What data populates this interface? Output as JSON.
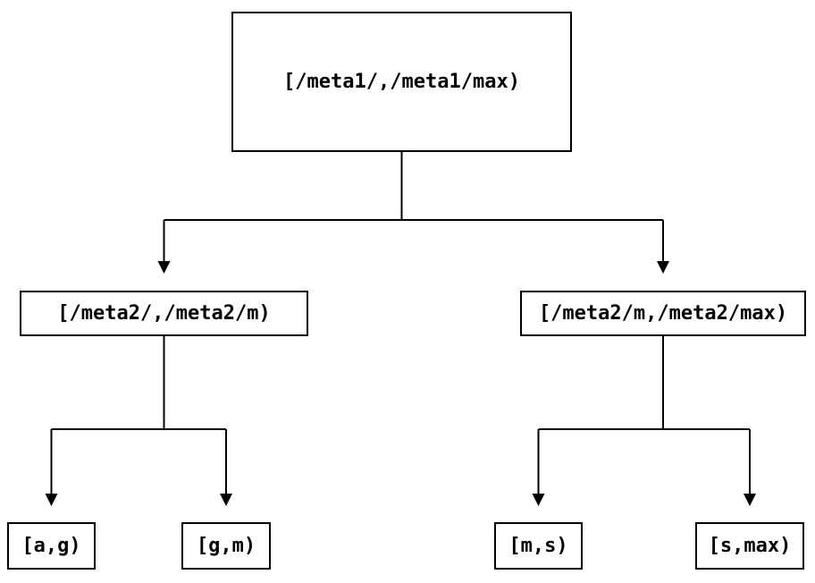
{
  "colors": {
    "line": "#000000",
    "text": "#000000",
    "background": "#ffffff"
  },
  "diagram": {
    "type": "binary-tree",
    "root": {
      "label": "[/meta1/,/meta1/max)"
    },
    "children": [
      {
        "label": "[/meta2/,/meta2/m)",
        "children": [
          {
            "label": "[a,g)"
          },
          {
            "label": "[g,m)"
          }
        ]
      },
      {
        "label": "[/meta2/m,/meta2/max)",
        "children": [
          {
            "label": "[m,s)"
          },
          {
            "label": "[s,max)"
          }
        ]
      }
    ]
  }
}
